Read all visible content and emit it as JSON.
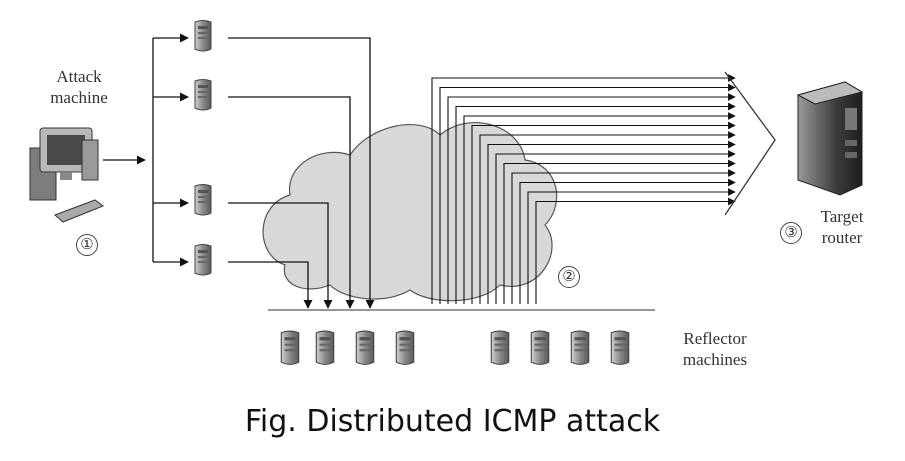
{
  "labels": {
    "attack_machine": "Attack\nmachine",
    "target_router": "Target\nrouter",
    "reflector_machines": "Reflector\nmachines"
  },
  "steps": [
    "①",
    "②",
    "③"
  ],
  "caption": "Fig. Distributed ICMP attack",
  "colors": {
    "line": "#111111",
    "cloud_fill": "#d8d8d8",
    "server": "#8a8a8a",
    "background": "#ffffff"
  },
  "icons": {
    "attacker": "desktop-computer-icon",
    "zombie": "server-icon",
    "reflector": "server-icon",
    "target": "router-rack-icon"
  }
}
